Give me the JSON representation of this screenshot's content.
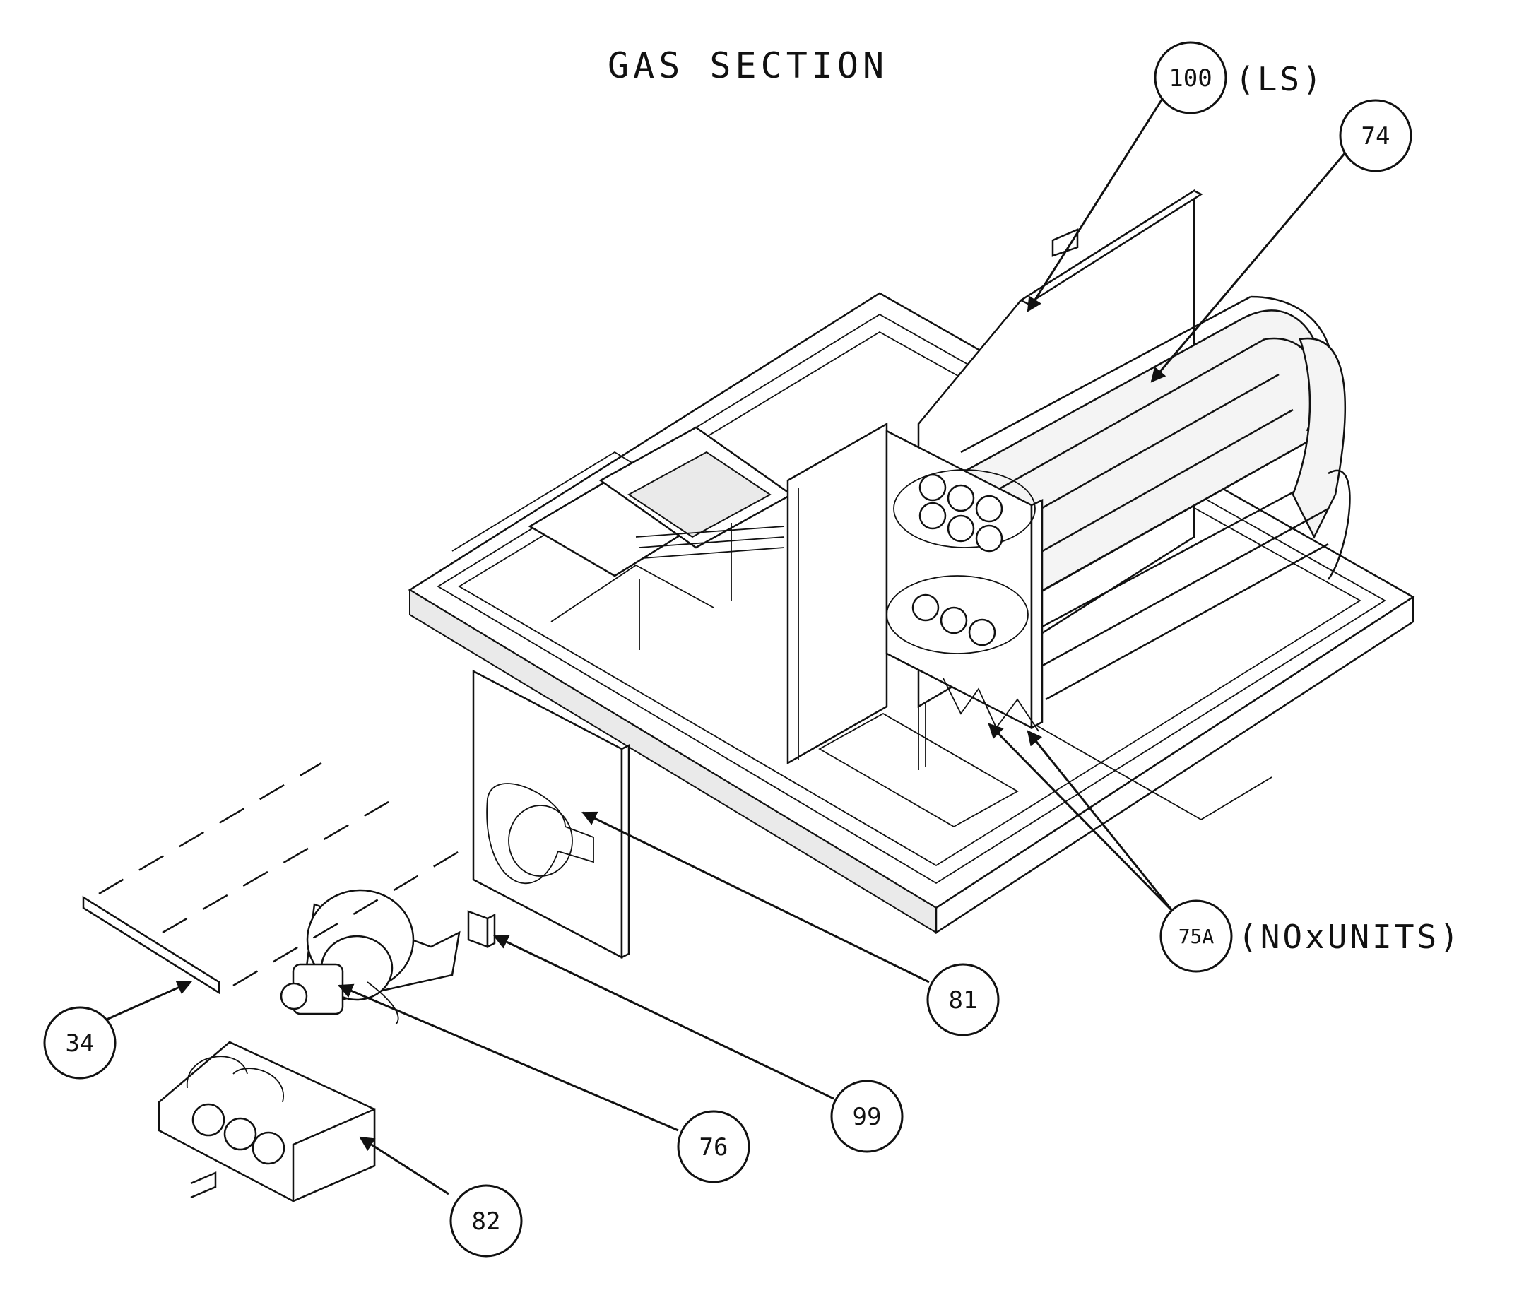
{
  "title": "GAS SECTION",
  "callouts": [
    {
      "id": "100",
      "note": "(LS)"
    },
    {
      "id": "74",
      "note": ""
    },
    {
      "id": "75A",
      "note": "(NOxUNITS)"
    },
    {
      "id": "81",
      "note": ""
    },
    {
      "id": "99",
      "note": ""
    },
    {
      "id": "76",
      "note": ""
    },
    {
      "id": "34",
      "note": ""
    },
    {
      "id": "82",
      "note": ""
    }
  ]
}
